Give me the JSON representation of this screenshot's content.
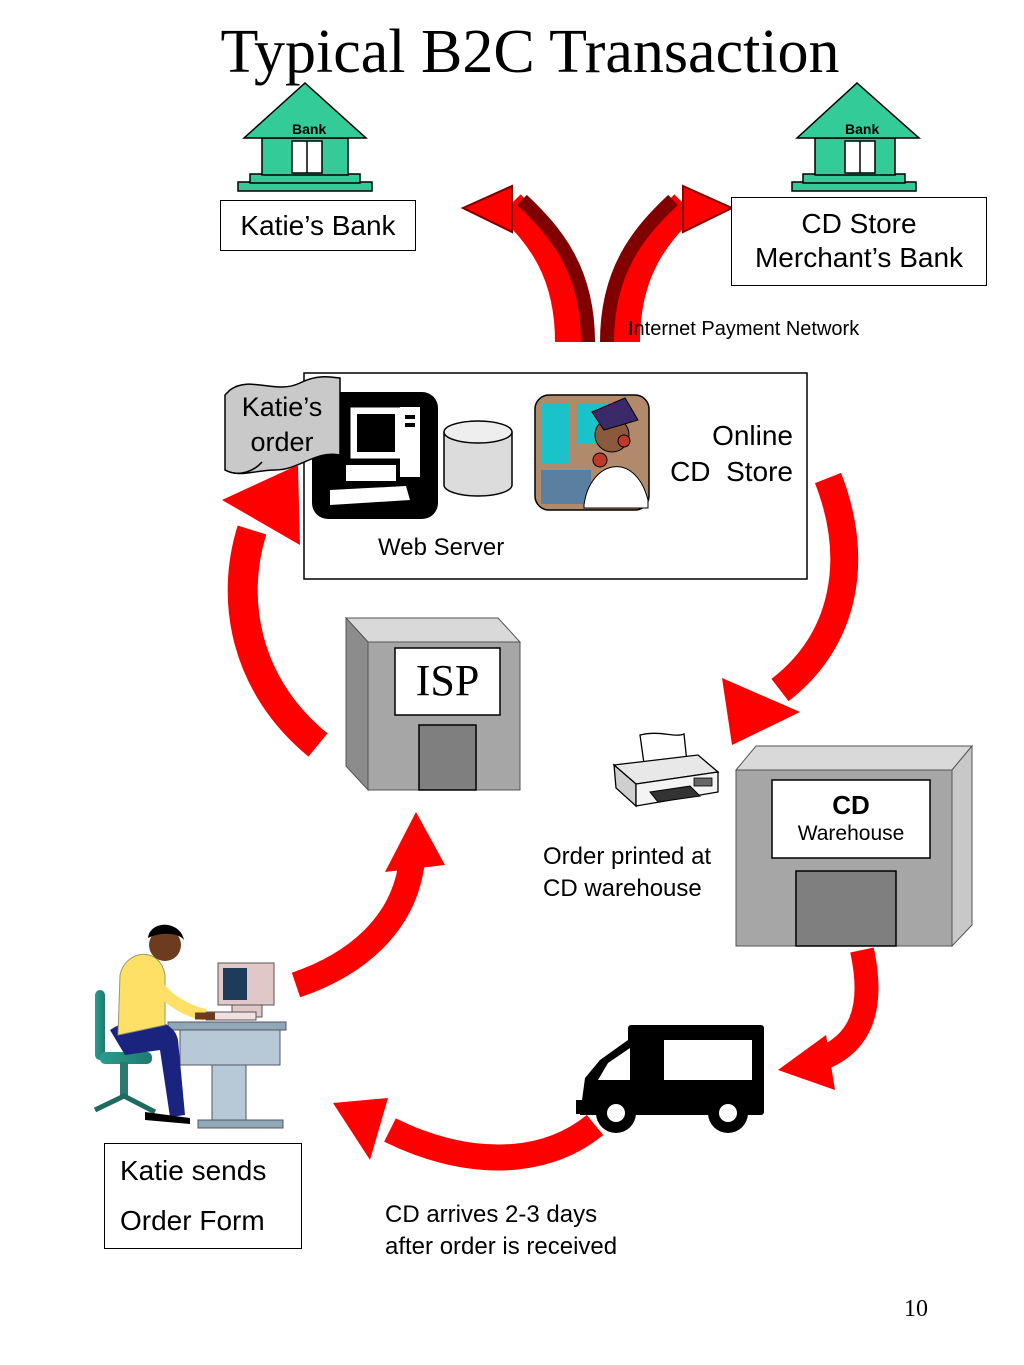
{
  "title": "Typical B2C Transaction",
  "banks": {
    "katie_house_label": "Bank",
    "store_house_label": "Bank",
    "katie_bank": "Katie’s Bank",
    "store_bank_line1": "CD Store",
    "store_bank_line2": "Merchant’s Bank"
  },
  "network_label": "Internet Payment Network",
  "store": {
    "order_line1": "Katie’s",
    "order_line2": "order",
    "online_line1": "Online",
    "online_line2": "CD  Store",
    "web_server": "Web Server"
  },
  "isp_label": "ISP",
  "warehouse": {
    "line1": "CD",
    "line2": "Warehouse"
  },
  "printed": {
    "line1": "Order printed at",
    "line2": "CD warehouse"
  },
  "katie_sends": {
    "line1": "Katie sends",
    "line2": "Order Form"
  },
  "arrives": {
    "line1": "CD arrives 2-3 days",
    "line2": "after order is received"
  },
  "page_number": "10",
  "colors": {
    "arrow_red": "#ff0000",
    "arrow_dark": "#800000",
    "bank_green": "#33cc99",
    "building_gray": "#a6a6a6"
  }
}
